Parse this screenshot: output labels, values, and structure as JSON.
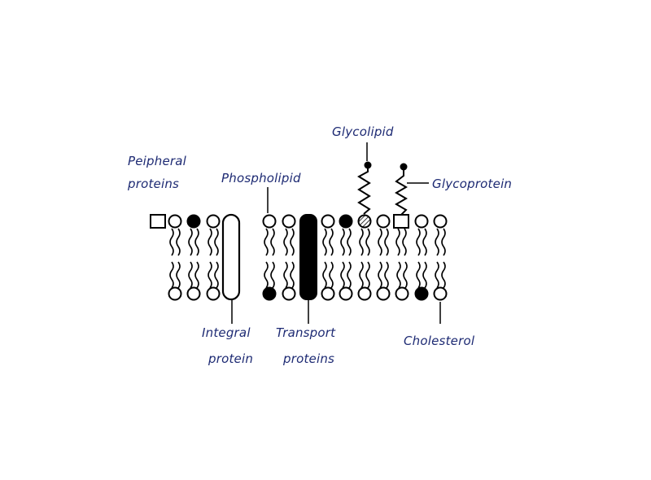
{
  "colors": {
    "ink": "#000000",
    "label": "#1d2a73",
    "background": "#ffffff"
  },
  "labels": {
    "peripheral_line1": "Peipheral",
    "peripheral_line2": "proteins",
    "phospholipid": "Phospholipid",
    "glycolipid": "Glycolipid",
    "glycoprotein": "Glycoprotein",
    "integral_line1": "Integral",
    "integral_line2": "protein",
    "transport_line1": "Transport",
    "transport_line2": "proteins",
    "cholesterol": "Cholesterol"
  }
}
